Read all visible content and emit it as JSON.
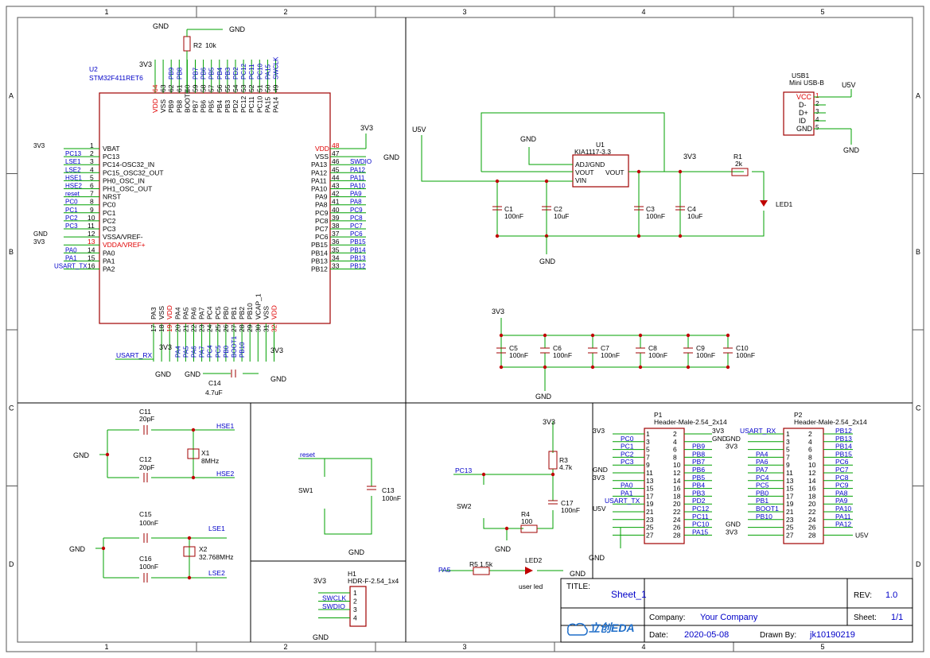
{
  "frame": {
    "cols": [
      "1",
      "2",
      "3",
      "4",
      "5"
    ],
    "rows": [
      "A",
      "B",
      "C",
      "D"
    ]
  },
  "mcu": {
    "ref": "U2",
    "part": "STM32F411RET6",
    "left_pins": [
      {
        "num": "1",
        "name": "VBAT"
      },
      {
        "num": "2",
        "name": "PC13"
      },
      {
        "num": "3",
        "name": "PC14-OSC32_IN"
      },
      {
        "num": "4",
        "name": "PC15_OSC32_OUT"
      },
      {
        "num": "5",
        "name": "PH0_OSC_IN"
      },
      {
        "num": "6",
        "name": "PH1_OSC_OUT"
      },
      {
        "num": "7",
        "name": "NRST"
      },
      {
        "num": "8",
        "name": "PC0"
      },
      {
        "num": "9",
        "name": "PC1"
      },
      {
        "num": "10",
        "name": "PC2"
      },
      {
        "num": "11",
        "name": "PC3"
      },
      {
        "num": "12",
        "name": "VSSA/VREF-"
      },
      {
        "num": "13",
        "name": "VDDA/VREF+"
      },
      {
        "num": "14",
        "name": "PA0"
      },
      {
        "num": "15",
        "name": "PA1"
      },
      {
        "num": "16",
        "name": "PA2"
      }
    ],
    "left_nets": [
      "3V3",
      "PC13",
      "LSE1",
      "LSE2",
      "HSE1",
      "HSE2",
      "reset",
      "PC0",
      "PC1",
      "PC2",
      "PC3",
      "GND",
      "3V3",
      "PA0",
      "PA1",
      "USART_TX"
    ],
    "right_pins": [
      {
        "num": "48",
        "name": "VDD"
      },
      {
        "num": "47",
        "name": "VSS"
      },
      {
        "num": "46",
        "name": "PA13"
      },
      {
        "num": "45",
        "name": "PA12"
      },
      {
        "num": "44",
        "name": "PA11"
      },
      {
        "num": "43",
        "name": "PA10"
      },
      {
        "num": "42",
        "name": "PA9"
      },
      {
        "num": "41",
        "name": "PA8"
      },
      {
        "num": "40",
        "name": "PC9"
      },
      {
        "num": "39",
        "name": "PC8"
      },
      {
        "num": "38",
        "name": "PC7"
      },
      {
        "num": "37",
        "name": "PC6"
      },
      {
        "num": "36",
        "name": "PB15"
      },
      {
        "num": "35",
        "name": "PB14"
      },
      {
        "num": "34",
        "name": "PB13"
      },
      {
        "num": "33",
        "name": "PB12"
      }
    ],
    "right_nets": [
      "3V3",
      "GND",
      "SWDIO",
      "PA12",
      "PA11",
      "PA10",
      "PA9",
      "PA8",
      "PC9",
      "PC8",
      "PC7",
      "PC6",
      "PB15",
      "PB14",
      "PB13",
      "PB12"
    ],
    "top_pins": [
      {
        "num": "64",
        "name": "VDD"
      },
      {
        "num": "63",
        "name": "VSS"
      },
      {
        "num": "62",
        "name": "PB9"
      },
      {
        "num": "61",
        "name": "PB8"
      },
      {
        "num": "60",
        "name": "BOOT0"
      },
      {
        "num": "59",
        "name": "PB7"
      },
      {
        "num": "58",
        "name": "PB6"
      },
      {
        "num": "57",
        "name": "PB5"
      },
      {
        "num": "56",
        "name": "PB4"
      },
      {
        "num": "55",
        "name": "PB3"
      },
      {
        "num": "54",
        "name": "PD2"
      },
      {
        "num": "53",
        "name": "PC12"
      },
      {
        "num": "52",
        "name": "PC11"
      },
      {
        "num": "51",
        "name": "PC10"
      },
      {
        "num": "50",
        "name": "PA15"
      },
      {
        "num": "49",
        "name": "PA14"
      }
    ],
    "top_nets": [
      "",
      "",
      "PB9",
      "PB8",
      "",
      "PB7",
      "PB6",
      "PB5",
      "PB4",
      "PB3",
      "PD2",
      "PC12",
      "PC11",
      "PC10",
      "PA15",
      "SWCLK"
    ],
    "bottom_pins": [
      {
        "num": "17",
        "name": "PA3"
      },
      {
        "num": "18",
        "name": "VSS"
      },
      {
        "num": "19",
        "name": "VDD"
      },
      {
        "num": "20",
        "name": "PA4"
      },
      {
        "num": "21",
        "name": "PA5"
      },
      {
        "num": "22",
        "name": "PA6"
      },
      {
        "num": "23",
        "name": "PA7"
      },
      {
        "num": "24",
        "name": "PC4"
      },
      {
        "num": "25",
        "name": "PC5"
      },
      {
        "num": "26",
        "name": "PB0"
      },
      {
        "num": "27",
        "name": "PB1"
      },
      {
        "num": "28",
        "name": "PB2"
      },
      {
        "num": "29",
        "name": "PB10"
      },
      {
        "num": "30",
        "name": "VCAP_1"
      },
      {
        "num": "31",
        "name": "VSS"
      },
      {
        "num": "32",
        "name": "VDD"
      }
    ],
    "bottom_nets": [
      "",
      "",
      "3V3",
      "PA4",
      "PA5",
      "PA6",
      "PA7",
      "PC4",
      "PC5",
      "PB0",
      "BOOT1",
      "PB10",
      "",
      "",
      "",
      ""
    ],
    "extra_labels": {
      "usart_rx": "USART_RX",
      "c14_ref": "C14",
      "c14_val": "4.7uF",
      "r2_ref": "R2",
      "r2_val": "10k",
      "gnd": "GND",
      "v33": "3V3"
    }
  },
  "power": {
    "u1_ref": "U1",
    "u1_part": "KIA1117-3.3",
    "pin_adj": "ADJ/GND",
    "pin_vout": "VOUT",
    "pin_vin": "VIN",
    "pin_vout_r": "VOUT",
    "u5v": "U5V",
    "c1": "C1",
    "c1v": "100nF",
    "c2": "C2",
    "c2v": "10uF",
    "c3": "C3",
    "c3v": "100nF",
    "c4": "C4",
    "c4v": "10uF",
    "r1": "R1",
    "r1v": "2k",
    "led1": "LED1",
    "usb_ref": "USB1",
    "usb_part": "Mini USB-B",
    "usb_pins": [
      "VCC",
      "D-",
      "D+",
      "ID",
      "GND"
    ]
  },
  "decoupling": {
    "caps": [
      {
        "ref": "C5",
        "val": "100nF"
      },
      {
        "ref": "C6",
        "val": "100nF"
      },
      {
        "ref": "C7",
        "val": "100nF"
      },
      {
        "ref": "C8",
        "val": "100nF"
      },
      {
        "ref": "C9",
        "val": "100nF"
      },
      {
        "ref": "C10",
        "val": "100nF"
      }
    ]
  },
  "crystals": {
    "c11": "C11",
    "c11v": "20pF",
    "c12": "C12",
    "c12v": "20pF",
    "x1": "X1",
    "x1v": "8MHz",
    "hse1": "HSE1",
    "hse2": "HSE2",
    "c15": "C15",
    "c15v": "100nF",
    "c16": "C16",
    "c16v": "100nF",
    "x2": "X2",
    "x2v": "32.768MHz",
    "lse1": "LSE1",
    "lse2": "LSE2"
  },
  "reset": {
    "net": "reset",
    "sw": "SW1",
    "cap": "C13",
    "capv": "100nF"
  },
  "swd": {
    "ref": "H1",
    "part": "HDR-F-2.54_1x4",
    "nets": [
      "3V3",
      "SWCLK",
      "SWDIO",
      "GND"
    ]
  },
  "boot": {
    "pc13": "PC13",
    "sw": "SW2",
    "r3": "R3",
    "r3v": "4.7k",
    "r4": "R4",
    "r4v": "100",
    "c17": "C17",
    "c17v": "100nF",
    "pa5": "PA5",
    "r5": "R5",
    "r5v": "1.5k",
    "led2": "LED2",
    "led2_label": "user led"
  },
  "headers": {
    "p1_ref": "P1",
    "p1_part": "Header-Male-2.54_2x14",
    "p1_left": [
      "3V3",
      "PC0",
      "PC1",
      "PC2",
      "PC3",
      "GND",
      "3V3",
      "PA0",
      "PA1",
      "USART_TX",
      "U5V",
      "",
      "",
      ""
    ],
    "p1_right": [
      "3V3",
      "GND",
      "PB9",
      "PB8",
      "PB7",
      "PB6",
      "PB5",
      "PB4",
      "PB3",
      "PD2",
      "PC12",
      "PC11",
      "PC10",
      "PA15"
    ],
    "p2_ref": "P2",
    "p2_part": "Header-Male-2.54_2x14",
    "p2_left": [
      "USART_RX",
      "GND",
      "3V3",
      "PA4",
      "PA6",
      "PA7",
      "PC4",
      "PC5",
      "PB0",
      "PB1",
      "BOOT1",
      "PB10",
      "GND",
      "3V3"
    ],
    "p2_right": [
      "PB12",
      "PB13",
      "PB14",
      "PB15",
      "PC6",
      "PC7",
      "PC8",
      "PC9",
      "PA8",
      "PA9",
      "PA10",
      "PA11",
      "PA12",
      "U5V"
    ]
  },
  "title_block": {
    "title_label": "TITLE:",
    "title": "Sheet_1",
    "rev_label": "REV:",
    "rev": "1.0",
    "company_label": "Company:",
    "company": "Your Company",
    "sheet_label": "Sheet:",
    "sheet": "1/1",
    "date_label": "Date:",
    "date": "2020-05-08",
    "drawn_label": "Drawn By:",
    "drawn": "jk10190219",
    "logo": "立创EDA"
  }
}
